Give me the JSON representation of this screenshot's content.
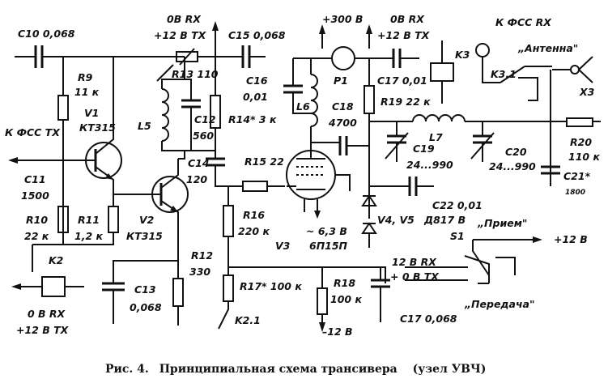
{
  "diagram": {
    "caption_bold": "Рис. 4.",
    "caption_text": "Принципиальная схема трансивера",
    "caption_note": "(узел УВЧ)",
    "labels": {
      "c10": "C10 0,068",
      "r9": "R9",
      "r9v": "11 к",
      "v1": "V1",
      "v1t": "КТ315",
      "fss_tx": "К ФСС ТХ",
      "c11": "C11",
      "c11v": "1500",
      "r10": "R10",
      "r10v": "22 к",
      "r11": "R11",
      "r11v": "1,2 к",
      "v2": "V2",
      "v2t": "КТ315",
      "k2": "K2",
      "k2_rx": "0 В  RX",
      "k2_tx": "+12 В  ТХ",
      "sup1a": "0В  RX",
      "sup1b": "+12 В  ТХ",
      "c15": "C15 0,068",
      "r13": "R13 110",
      "c16": "C16",
      "c16v": "0,01",
      "l5": "L5",
      "c12": "C12",
      "c12v": "560",
      "r14": "R14* 3 к",
      "c14": "C14",
      "c14v": "120",
      "r15": "R15  22",
      "r12": "R12",
      "r12v": "330",
      "c13": "C13",
      "c13v": "0,068",
      "r16": "R16",
      "r16v": "220 к",
      "r17": "R17* 100 к",
      "r18": "R18",
      "r18v": "100 к",
      "k21": "K2.1",
      "m12": "–12 В",
      "hv": "+300 В",
      "p1": "P1",
      "l6": "L6",
      "c18": "C18",
      "c18v": "4700",
      "v3": "V3",
      "v3t": "6П15П",
      "heater": "~ 6,3 В",
      "sup2a": "0В  RX",
      "sup2b": "+12 В  ТХ",
      "c17a": "C17 0,01",
      "r19": "R19  22 к",
      "k3": "K3",
      "l7": "L7",
      "c19": "C19",
      "c19v": "24...990",
      "c20": "C20",
      "c20v": "24...990",
      "c22": "C22  0,01",
      "v45": "V4, V5",
      "d817": "Д817 В",
      "fss_rx": "К ФСС RX",
      "antenna": "„Антенна\"",
      "k31": "K3.1",
      "x3": "X3",
      "r20": "R20",
      "r20v": "110 к",
      "c21": "C21*",
      "c21v": "1800",
      "s1": "S1",
      "priem": "„Прием\"",
      "peredacha": "„Передача\"",
      "p12": "+12 В",
      "sw_rx": "12 В RX",
      "sw_tx": "+ 0 В ТХ",
      "c17b": "C17  0,068"
    }
  }
}
